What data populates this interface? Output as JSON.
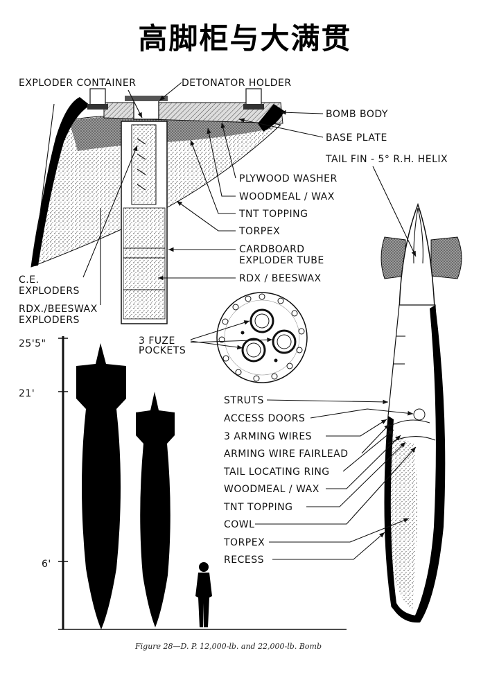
{
  "title": "高脚柜与大满贯",
  "fuze_base": {
    "labels": {
      "exploder_container": "EXPLODER CONTAINER",
      "detonator_holder": "DETONATOR HOLDER",
      "bomb_body": "BOMB BODY",
      "base_plate": "BASE PLATE",
      "plywood_washer": "PLYWOOD WASHER",
      "woodmeal_wax": "WOODMEAL / WAX",
      "tnt_topping": "TNT  TOPPING",
      "torpex": "TORPEX",
      "cardboard_1": "CARDBOARD",
      "cardboard_2": "EXPLODER TUBE",
      "rdx_beeswax": "RDX / BEESWAX",
      "ce_1": "C.E.",
      "ce_2": "EXPLODERS",
      "rdx_exp_1": "RDX./BEESWAX",
      "rdx_exp_2": "EXPLODERS"
    }
  },
  "fuze_pockets": {
    "label_1": "3 FUZE",
    "label_2": "POCKETS"
  },
  "tail": {
    "fin_label": "TAIL FIN - 5° R.H. HELIX",
    "labels": [
      "STRUTS",
      "ACCESS DOORS",
      "3 ARMING WIRES",
      "ARMING WIRE FAIRLEAD",
      "TAIL LOCATING RING",
      "WOODMEAL / WAX",
      "TNT  TOPPING",
      "COWL",
      "TORPEX",
      "RECESS"
    ]
  },
  "scale": {
    "ticks": [
      "25'5\"",
      "21'",
      "6'"
    ]
  },
  "caption": "Figure 28—D. P. 12,000-lb. and 22,000-lb. Bomb"
}
